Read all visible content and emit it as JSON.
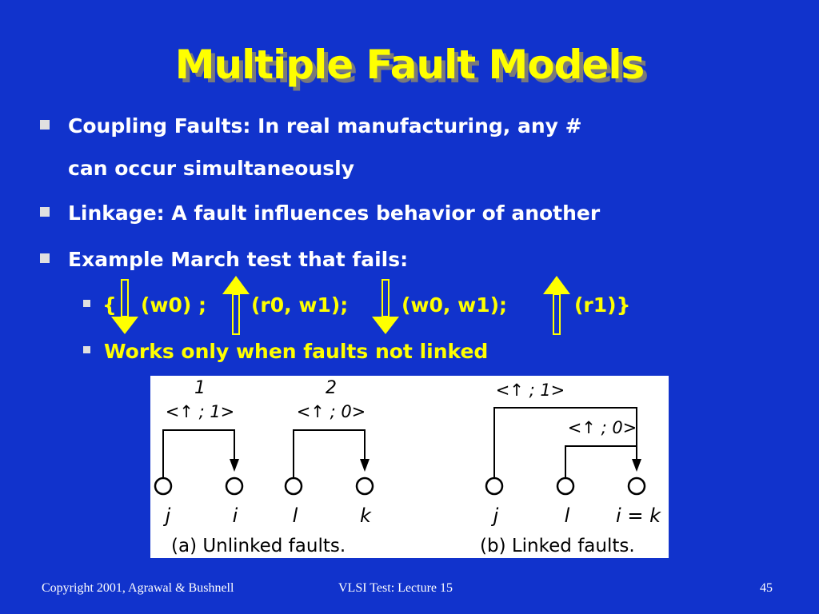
{
  "slide": {
    "title": "Multiple Fault Models",
    "bullets": [
      {
        "line1": "Coupling Faults: In real manufacturing, any #",
        "line2": "can occur simultaneously"
      },
      {
        "line1": "Linkage: A fault influences behavior of another"
      },
      {
        "line1": "Example March test that fails:"
      }
    ],
    "march": {
      "open": "{",
      "el1": "(w0) ;",
      "el2": "(r0, w1);",
      "el3": "(w0, w1);",
      "el4": "(r1)}"
    },
    "sub_bullet2": "Works only when faults not linked"
  },
  "figure": {
    "a": {
      "fault1_number": "1",
      "fault1_label": "<↑ ; 1>",
      "fault2_number": "2",
      "fault2_label": "<↑ ; 0>",
      "cells": [
        "j",
        "i",
        "l",
        "k"
      ],
      "caption": "(a) Unlinked  faults."
    },
    "b": {
      "fault1_label": "<↑ ; 1>",
      "fault2_label": "<↑ ; 0>",
      "cells": [
        "j",
        "l",
        "i = k"
      ],
      "caption": "(b) Linked  faults."
    }
  },
  "footer": {
    "copyright": "Copyright 2001, Agrawal & Bushnell",
    "course": "VLSI Test: Lecture 15",
    "page": "45"
  },
  "colors": {
    "background": "#1133cc",
    "title": "#ffff00",
    "text": "#ffffff",
    "arrow": "#ffff00"
  }
}
